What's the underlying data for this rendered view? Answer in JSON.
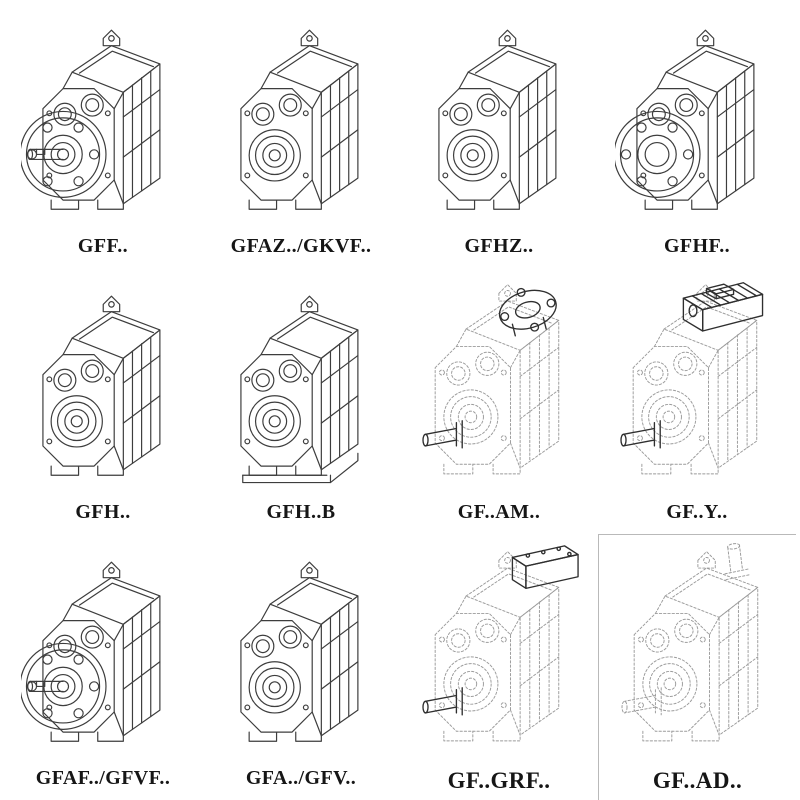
{
  "page_background": "#ffffff",
  "line_colors": {
    "solid": "#3d3d3d",
    "phantom": "#9b9b9b",
    "accent": "#2f2f2f"
  },
  "cells": [
    {
      "label": "GFF..",
      "illustration": "parallel-shaft-gearbox-flange-solid-shaft",
      "line_style": "solid"
    },
    {
      "label": "GFAZ../GKVF..",
      "illustration": "parallel-shaft-gearbox-hollow-shaft",
      "line_style": "solid"
    },
    {
      "label": "GFHZ..",
      "illustration": "parallel-shaft-gearbox-hollow-shaft",
      "line_style": "solid"
    },
    {
      "label": "GFHF..",
      "illustration": "parallel-shaft-gearbox-flange-hollow-shaft",
      "line_style": "solid"
    },
    {
      "label": "GFH..",
      "illustration": "parallel-shaft-gearbox-hollow-shaft",
      "line_style": "solid"
    },
    {
      "label": "GFH..B",
      "illustration": "parallel-shaft-gearbox-hollow-shaft-base",
      "line_style": "solid"
    },
    {
      "label": "GF..AM..",
      "illustration": "gearbox-with-input-flange-adapter",
      "line_style": "phantom"
    },
    {
      "label": "GF..Y..",
      "illustration": "gearbox-with-mounted-motor",
      "line_style": "phantom"
    },
    {
      "label": "GFAF../GFVF..",
      "illustration": "parallel-shaft-gearbox-flange-solid-shaft",
      "line_style": "solid"
    },
    {
      "label": "GFA../GFV..",
      "illustration": "parallel-shaft-gearbox-hollow-shaft",
      "line_style": "solid"
    },
    {
      "label": "GF..GRF..",
      "illustration": "gearbox-with-cover-adapter",
      "line_style": "phantom"
    },
    {
      "label": "GF..AD..",
      "illustration": "gearbox-with-input-shaft",
      "line_style": "phantom"
    }
  ]
}
